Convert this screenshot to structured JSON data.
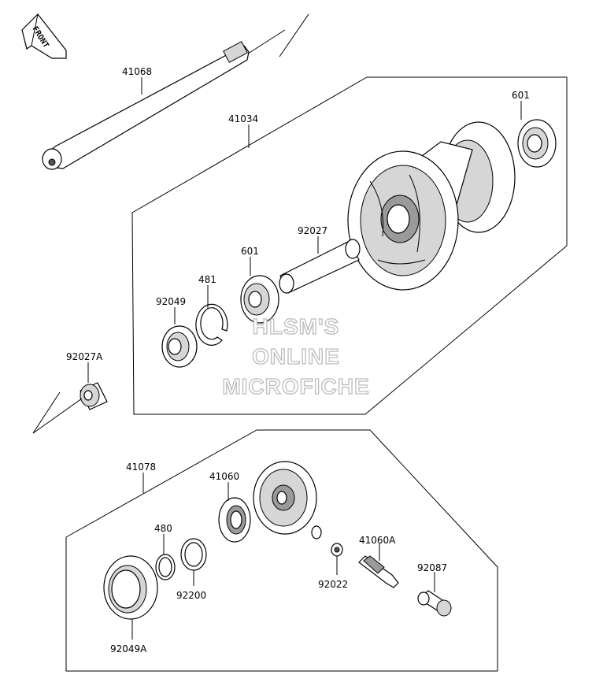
{
  "front_label": "FRONT",
  "watermark": [
    "HLSM'S",
    "ONLINE",
    "MICROFICHE"
  ],
  "part_labels": {
    "axle": "41068",
    "hub": "41034",
    "bearing_right": "601",
    "spacer": "92027",
    "bearing_left": "601",
    "circlip": "481",
    "oil_seal": "92049",
    "collar": "92027A",
    "gearbox_assy": "41078",
    "gear_housing": "41060",
    "snap_ring": "480",
    "washer": "92200",
    "seal": "92049A",
    "small_washer": "92022",
    "pinion": "41060A",
    "bushing": "92087"
  }
}
